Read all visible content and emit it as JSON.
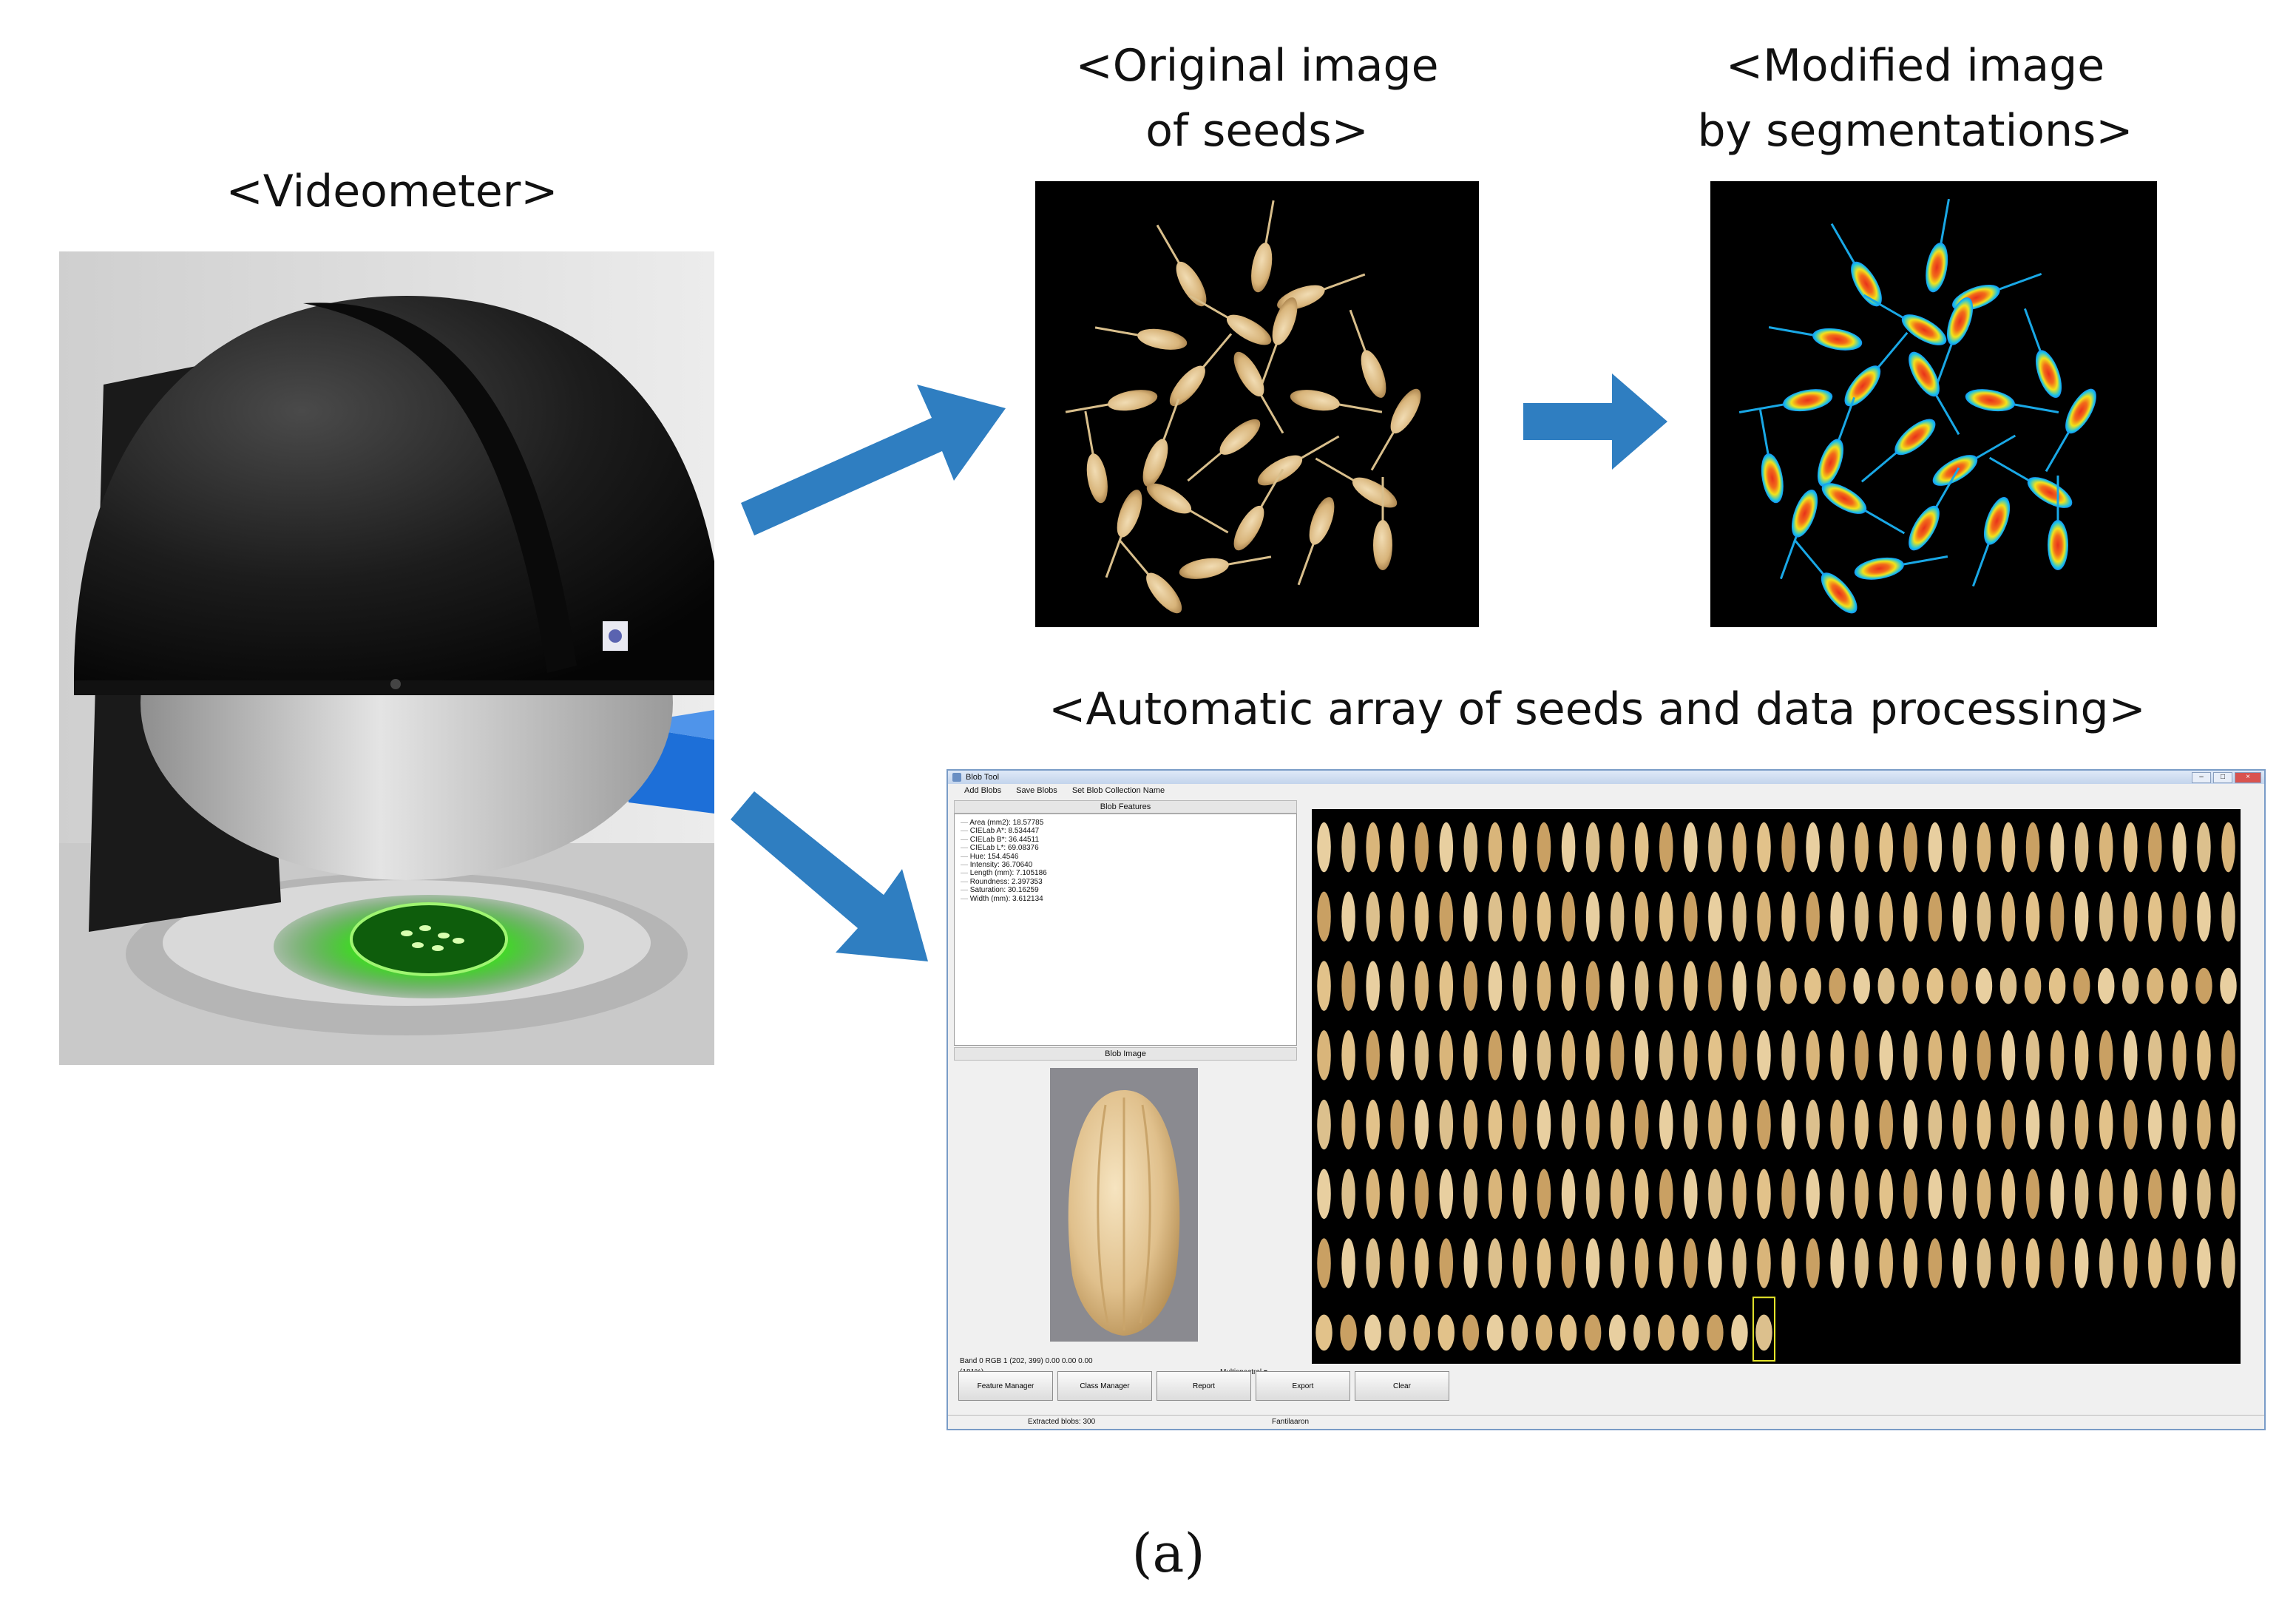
{
  "labels": {
    "videometer": "<Videometer>",
    "original_line1": "<Original image",
    "original_line2": "of seeds>",
    "modified_line1": "<Modified image",
    "modified_line2": "by segmentations>",
    "automatic": "<Automatic array of seeds and data processing>",
    "caption": "(a)"
  },
  "colors": {
    "arrow": "#2f7ec1",
    "seed_light": "#e8cfa0",
    "seed_dark": "#b38a52",
    "panel_bg": "#000000",
    "seg_blue": "#1a5cff",
    "seg_cyan": "#19c3e6",
    "seg_yellow": "#f2e31a",
    "seg_red": "#e8321a"
  },
  "blob_tool": {
    "title": "Blob Tool",
    "menu": [
      "Add Blobs",
      "Save Blobs",
      "Set Blob Collection Name"
    ],
    "features_header": "Blob Features",
    "features": [
      "Area (mm2): 18.57785",
      "CIELab A*: 8.534447",
      "CIELab B*: 36.44511",
      "CIELab L*: 69.08376",
      "Hue: 154.4546",
      "Intensity: 36.70640",
      "Length (mm): 7.105186",
      "Roundness: 2.397353",
      "Saturation: 30.16259",
      "Width (mm): 3.612134"
    ],
    "image_header": "Blob Image",
    "readout": "Band 0  RGB 1  (202, 399)  0.00 0.00 0.00",
    "zoom": "(181%)",
    "mode": "Multispectral",
    "dropdown_icon": "triangle-down",
    "buttons": [
      "Feature Manager",
      "Class Manager",
      "Report",
      "Export",
      "Clear"
    ],
    "status_left": "Extracted blobs: 300",
    "status_right": "Fantilaaron"
  }
}
